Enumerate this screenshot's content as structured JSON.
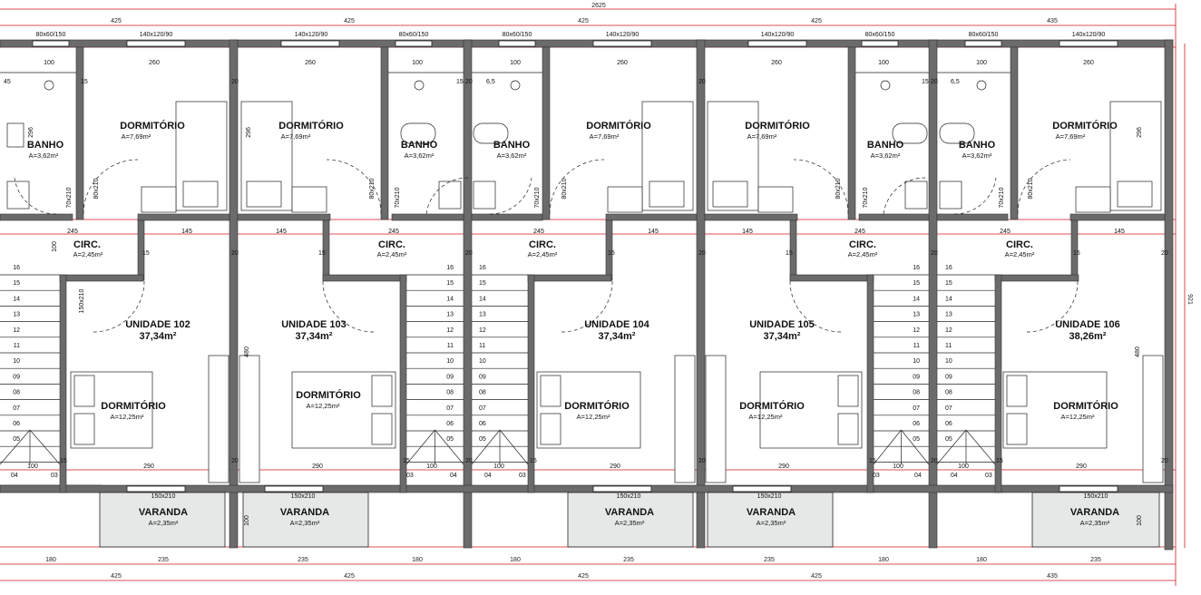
{
  "total_dimension": "2625",
  "top_modules": [
    "425",
    "425",
    "425",
    "425",
    "435"
  ],
  "bottom_modules": [
    "425",
    "425",
    "425",
    "425",
    "435"
  ],
  "bottom_partials": [
    "180",
    "235",
    "235",
    "180",
    "180",
    "235",
    "235",
    "180",
    "180",
    "235"
  ],
  "right_dimension": "921",
  "window_labels": [
    "80x60/150",
    "140x120/90",
    "140x120/90",
    "80x60/150",
    "80x60/150",
    "140x120/90",
    "140x120/90",
    "80x60/150",
    "80x60/150",
    "140x120/90"
  ],
  "door_labels": [
    "70x210",
    "80x210",
    "80x210",
    "70x210",
    "70x210",
    "80x210",
    "80x210",
    "70x210",
    "70x210",
    "80x210"
  ],
  "units": [
    {
      "name": "UNIDADE 102",
      "area": "37,34m²"
    },
    {
      "name": "UNIDADE 103",
      "area": "37,34m²"
    },
    {
      "name": "UNIDADE 104",
      "area": "37,34m²"
    },
    {
      "name": "UNIDADE 105",
      "area": "37,34m²"
    },
    {
      "name": "UNIDADE 106",
      "area": "38,26m²"
    }
  ],
  "rooms": {
    "dormitorio": "DORMITÓRIO",
    "dormitorio_upper_area": "A=7,69m²",
    "dormitorio_lower_area": "A=12,25m²",
    "banho": "BANHO",
    "banho_area": "A=3,62m²",
    "circ": "CIRC.",
    "circ_area": "A=2,45m²",
    "varanda": "VARANDA",
    "varanda_area": "A=2,35m²"
  },
  "inner_dims": {
    "bath_width": "100",
    "bed_width": "260",
    "bath_depth": "296",
    "circ_left": "245",
    "circ_right": "145",
    "circ_depth": "100",
    "stair_height": "480",
    "lower_width": "290",
    "stair_width": "100",
    "varanda_door": "150x210",
    "varanda_depth": "100",
    "wall_15": "15",
    "wall_20": "20",
    "small_45": "45",
    "small_65": "6,5",
    "step_03": "03",
    "step_04": "04"
  },
  "stair_numbers": [
    "16",
    "15",
    "14",
    "13",
    "12",
    "11",
    "10",
    "09",
    "08",
    "07",
    "06",
    "05"
  ]
}
